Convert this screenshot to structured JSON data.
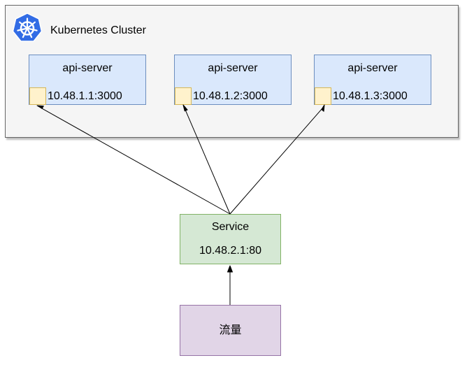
{
  "cluster": {
    "title": "Kubernetes Cluster",
    "logo_icon": "kubernetes-icon",
    "background_color": "#f5f5f5",
    "border_color": "#666666"
  },
  "servers": [
    {
      "name": "api-server",
      "address": "10.48.1.1:3000"
    },
    {
      "name": "api-server",
      "address": "10.48.1.2:3000"
    },
    {
      "name": "api-server",
      "address": "10.48.1.3:3000"
    }
  ],
  "service": {
    "name": "Service",
    "address": "10.48.2.1:80"
  },
  "traffic": {
    "label": "流量"
  },
  "colors": {
    "server_fill": "#dae8fc",
    "server_border": "#6c8ebf",
    "port_fill": "#fff2cc",
    "port_border": "#d6b656",
    "service_fill": "#d5e8d4",
    "service_border": "#82b366",
    "traffic_fill": "#e1d5e7",
    "traffic_border": "#9673a6",
    "logo_blue": "#326ce5"
  }
}
